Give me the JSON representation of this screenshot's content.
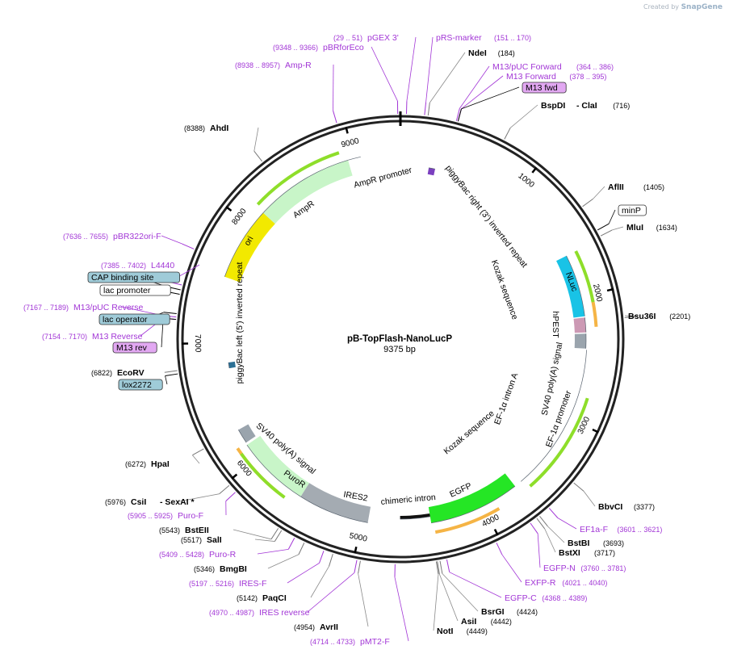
{
  "credit": {
    "prefix": "Created by",
    "brand": "SnapGene"
  },
  "plasmid": {
    "name": "pB-TopFlash-NanoLucP",
    "length_label": "9375 bp",
    "length": 9375
  },
  "ticks": [
    {
      "pos": 1000,
      "label": "1000"
    },
    {
      "pos": 2000,
      "label": "2000"
    },
    {
      "pos": 3000,
      "label": "3000"
    },
    {
      "pos": 4000,
      "label": "4000"
    },
    {
      "pos": 5000,
      "label": "5000"
    },
    {
      "pos": 6000,
      "label": "6000"
    },
    {
      "pos": 7000,
      "label": "7000"
    },
    {
      "pos": 8000,
      "label": "8000"
    },
    {
      "pos": 9000,
      "label": "9000"
    }
  ],
  "labels": [
    {
      "id": "pgex3",
      "kind": "primer",
      "text": "pGEX 3'",
      "coord": "(29 .. 51)",
      "site": 40
    },
    {
      "id": "pbrforeco",
      "kind": "primer",
      "text": "pBRforEco",
      "coord": "(9348 .. 9366)",
      "site": 9357
    },
    {
      "id": "ampr-primer",
      "kind": "primer",
      "text": "Amp-R",
      "coord": "(8938 .. 8957)",
      "site": 8947
    },
    {
      "id": "prs-marker",
      "kind": "primer",
      "text": "pRS-marker",
      "coord": "(151 .. 170)",
      "site": 160
    },
    {
      "id": "ndei",
      "kind": "enzyme",
      "text": "NdeI",
      "coord": "(184)",
      "site": 184
    },
    {
      "id": "m13puc-fwd",
      "kind": "primer",
      "text": "M13/pUC Forward",
      "coord": "(364 .. 386)",
      "site": 375
    },
    {
      "id": "m13-fwd",
      "kind": "primer",
      "text": "M13 Forward",
      "coord": "(378 .. 395)",
      "site": 386
    },
    {
      "id": "m13fwd-box",
      "kind": "box-primer",
      "text": "M13 fwd",
      "coord": "",
      "site": 386
    },
    {
      "id": "bspdi",
      "kind": "enzyme",
      "text": "BspDI",
      "coord": "(716)",
      "extra": "- ClaI",
      "site": 716
    },
    {
      "id": "ahdi",
      "kind": "enzyme",
      "text": "AhdI",
      "coord": "(8388)",
      "site": 8388
    },
    {
      "id": "aflii",
      "kind": "enzyme",
      "text": "AflII",
      "coord": "(1405)",
      "site": 1405
    },
    {
      "id": "minp",
      "kind": "box-plain",
      "text": "minP",
      "coord": "",
      "site": 1590
    },
    {
      "id": "mlui",
      "kind": "enzyme",
      "text": "MluI",
      "coord": "(1634)",
      "site": 1634
    },
    {
      "id": "bsu36i",
      "kind": "enzyme",
      "text": "Bsu36I",
      "coord": "(2201)",
      "site": 2201
    },
    {
      "id": "pbr322ori",
      "kind": "primer",
      "text": "pBR322ori-F",
      "coord": "(7636 .. 7655)",
      "site": 7645
    },
    {
      "id": "l4440",
      "kind": "primer",
      "text": "L4440",
      "coord": "(7385 .. 7402)",
      "site": 7393
    },
    {
      "id": "cap",
      "kind": "box-blue",
      "text": "CAP binding site",
      "coord": "",
      "site": 7360
    },
    {
      "id": "lacprom",
      "kind": "box-plain",
      "text": "lac promoter",
      "coord": "",
      "site": 7330
    },
    {
      "id": "m13puc-rev",
      "kind": "primer",
      "text": "M13/pUC Reverse",
      "coord": "(7167 .. 7189)",
      "site": 7178
    },
    {
      "id": "lacop",
      "kind": "box-blue",
      "text": "lac operator",
      "coord": "",
      "site": 7200
    },
    {
      "id": "m13-rev",
      "kind": "primer",
      "text": "M13 Reverse",
      "coord": "(7154 .. 7170)",
      "site": 7162
    },
    {
      "id": "m13rev-box",
      "kind": "box-primer",
      "text": "M13 rev",
      "coord": "",
      "site": 7162
    },
    {
      "id": "ecorv",
      "kind": "enzyme",
      "text": "EcoRV",
      "coord": "(6822)",
      "site": 6822
    },
    {
      "id": "lox2272",
      "kind": "box-blue",
      "text": "lox2272",
      "coord": "",
      "site": 6800
    },
    {
      "id": "hpai",
      "kind": "enzyme",
      "text": "HpaI",
      "coord": "(6272)",
      "site": 6272
    },
    {
      "id": "csii",
      "kind": "enzyme",
      "text": "CsiI",
      "coord": "(5976)",
      "extra": "- SexAI *",
      "site": 5976
    },
    {
      "id": "puro-f",
      "kind": "primer",
      "text": "Puro-F",
      "coord": "(5905 .. 5925)",
      "site": 5915
    },
    {
      "id": "bsteii",
      "kind": "enzyme",
      "text": "BstEII",
      "coord": "(5543)",
      "site": 5543
    },
    {
      "id": "sali",
      "kind": "enzyme",
      "text": "SalI",
      "coord": "(5517)",
      "site": 5517
    },
    {
      "id": "puro-r",
      "kind": "primer",
      "text": "Puro-R",
      "coord": "(5409 .. 5428)",
      "site": 5418
    },
    {
      "id": "bmgbi",
      "kind": "enzyme",
      "text": "BmgBI",
      "coord": "(5346)",
      "site": 5346
    },
    {
      "id": "ires-f",
      "kind": "primer",
      "text": "IRES-F",
      "coord": "(5197 .. 5216)",
      "site": 5206
    },
    {
      "id": "paqci",
      "kind": "enzyme",
      "text": "PaqCI",
      "coord": "(5142)",
      "site": 5142
    },
    {
      "id": "ires-rev",
      "kind": "primer",
      "text": "IRES reverse",
      "coord": "(4970 .. 4987)",
      "site": 4978
    },
    {
      "id": "avrii",
      "kind": "enzyme",
      "text": "AvrII",
      "coord": "(4954)",
      "site": 4954
    },
    {
      "id": "pmt2f",
      "kind": "primer",
      "text": "pMT2-F",
      "coord": "(4714 .. 4733)",
      "site": 4723
    },
    {
      "id": "noti",
      "kind": "enzyme",
      "text": "NotI",
      "coord": "(4449)",
      "site": 4449
    },
    {
      "id": "asii",
      "kind": "enzyme",
      "text": "AsiI",
      "coord": "(4442)",
      "site": 4442
    },
    {
      "id": "bsrgi",
      "kind": "enzyme",
      "text": "BsrGI",
      "coord": "(4424)",
      "site": 4424
    },
    {
      "id": "egfp-c",
      "kind": "primer",
      "text": "EGFP-C",
      "coord": "(4368 .. 4389)",
      "site": 4378
    },
    {
      "id": "exfp-r",
      "kind": "primer",
      "text": "EXFP-R",
      "coord": "(4021 .. 4040)",
      "site": 4030
    },
    {
      "id": "egfp-n",
      "kind": "primer",
      "text": "EGFP-N",
      "coord": "(3760 .. 3781)",
      "site": 3770
    },
    {
      "id": "bstxi",
      "kind": "enzyme",
      "text": "BstXI",
      "coord": "(3717)",
      "site": 3717
    },
    {
      "id": "bstbi",
      "kind": "enzyme",
      "text": "BstBI",
      "coord": "(3693)",
      "site": 3693
    },
    {
      "id": "ef1a-f",
      "kind": "primer",
      "text": "EF1a-F",
      "coord": "(3601 .. 3621)",
      "site": 3611
    },
    {
      "id": "bbvci",
      "kind": "enzyme",
      "text": "BbvCI",
      "coord": "(3377)",
      "site": 3377
    }
  ],
  "features": [
    {
      "id": "piggybac-right",
      "text": "piggyBac right (3') inverted repeat",
      "start": 244,
      "end": 300,
      "color": "#7b3fbf"
    },
    {
      "id": "ampr",
      "text": "AmpR",
      "start": 8100,
      "end": 8950,
      "color": "#c8f5c8"
    },
    {
      "id": "ampr-promoter",
      "text": "AmpR promoter",
      "start": 8950,
      "end": 9055,
      "color": "#ffffff"
    },
    {
      "id": "ori",
      "text": "ori",
      "start": 7540,
      "end": 8140,
      "color": "#f2e900"
    },
    {
      "id": "piggybac-left",
      "text": "piggyBac left (5') inverted repeat",
      "start": 6780,
      "end": 6830,
      "color": "#2b6f94"
    },
    {
      "id": "nluc",
      "text": "NLuc",
      "start": 1650,
      "end": 2160,
      "color": "#19c3e6"
    },
    {
      "id": "hpest",
      "text": "hPEST",
      "start": 2170,
      "end": 2290,
      "color": "#cc99b4"
    },
    {
      "id": "sv40-polya-1",
      "text": "SV40 poly(A) signal",
      "start": 2300,
      "end": 2420,
      "color": "#9aa4ad"
    },
    {
      "id": "ef1a-promoter",
      "text": "EF-1α promoter",
      "start": 2430,
      "end": 3640,
      "color": "#ffffff"
    },
    {
      "id": "egfp",
      "text": "EGFP",
      "start": 3700,
      "end": 4440,
      "color": "#25e625"
    },
    {
      "id": "chimeric-intron",
      "text": "chimeric intron",
      "start": 4440,
      "end": 4690,
      "color": "#111111"
    },
    {
      "id": "ires2",
      "text": "IRES2",
      "start": 4950,
      "end": 5530,
      "color": "#a4abb2"
    },
    {
      "id": "puror",
      "text": "PuroR",
      "start": 5530,
      "end": 6130,
      "color": "#c8f5c8"
    },
    {
      "id": "sv40-polya-2",
      "text": "SV40 poly(A) signal",
      "start": 6150,
      "end": 6270,
      "color": "#9aa4ad"
    },
    {
      "id": "kozak-1",
      "text": "Kozak sequence",
      "start": 1640,
      "end": 1655,
      "color": "#111111"
    },
    {
      "id": "kozak-2",
      "text": "Kozak sequence",
      "start": 3690,
      "end": 3705,
      "color": "#111111"
    },
    {
      "id": "ef1a-intron",
      "text": "EF-1α intron A",
      "start": 3030,
      "end": 3650,
      "color": "#111111"
    }
  ],
  "colors": {
    "enzyme": "#000000",
    "primer": "#a236d6",
    "box_blue": "#9fcbd8",
    "box_primer": "#e2a8f2",
    "backbone": "#222222",
    "outline_orange": "#f5b445",
    "outline_green": "#8ede2a"
  }
}
